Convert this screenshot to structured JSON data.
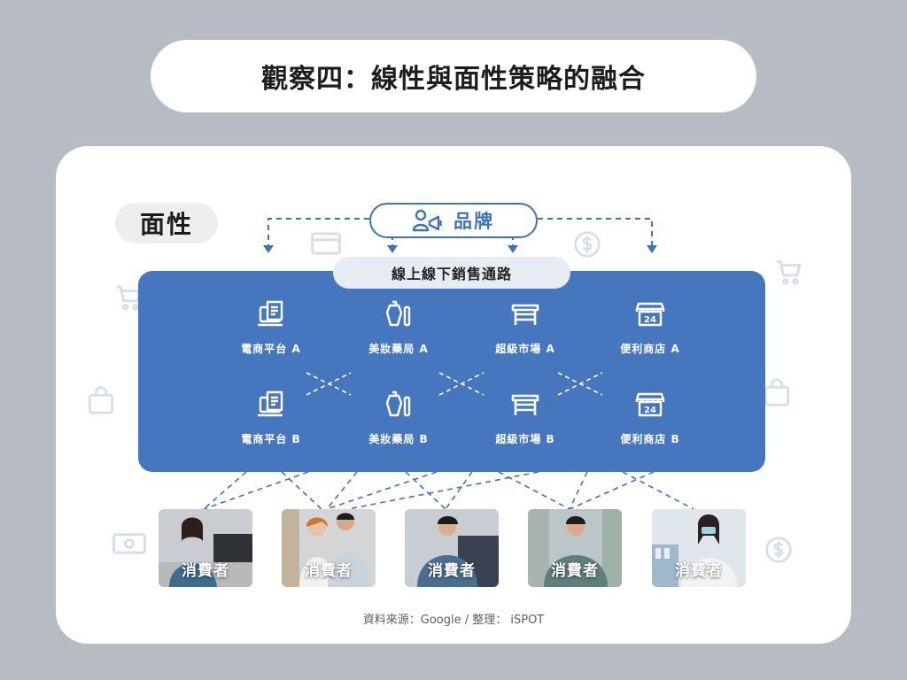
{
  "title": "觀察四：線性與面性策略的融合",
  "tag": "面性",
  "brand": {
    "label": "品牌",
    "icon": "brand-megaphone-icon"
  },
  "channel_title": "線上線下銷售通路",
  "stores": [
    {
      "label": "電商平台 A",
      "icon": "ecommerce-receipt-icon"
    },
    {
      "label": "美妝藥局 A",
      "icon": "cosmetics-bottle-icon"
    },
    {
      "label": "超級市場 A",
      "icon": "supermarket-storefront-icon"
    },
    {
      "label": "便利商店 A",
      "icon": "convenience-store-24-icon"
    },
    {
      "label": "電商平台 B",
      "icon": "ecommerce-receipt-icon"
    },
    {
      "label": "美妝藥局 B",
      "icon": "cosmetics-bottle-icon"
    },
    {
      "label": "超級市場 B",
      "icon": "supermarket-storefront-icon"
    },
    {
      "label": "便利商店 B",
      "icon": "convenience-store-24-icon"
    }
  ],
  "consumers": [
    {
      "label": "消費者"
    },
    {
      "label": "消費者"
    },
    {
      "label": "消費者"
    },
    {
      "label": "消費者"
    },
    {
      "label": "消費者"
    }
  ],
  "source": "資料來源：Google / 整理： iSPOT",
  "colors": {
    "page_bg": "#b7bcc4",
    "card_bg": "#ffffff",
    "panel_blue": "#4677be",
    "accent_blue": "#3e73b9",
    "channel_pill": "#e7ecf4",
    "watermark_icon": "#d6deea"
  }
}
